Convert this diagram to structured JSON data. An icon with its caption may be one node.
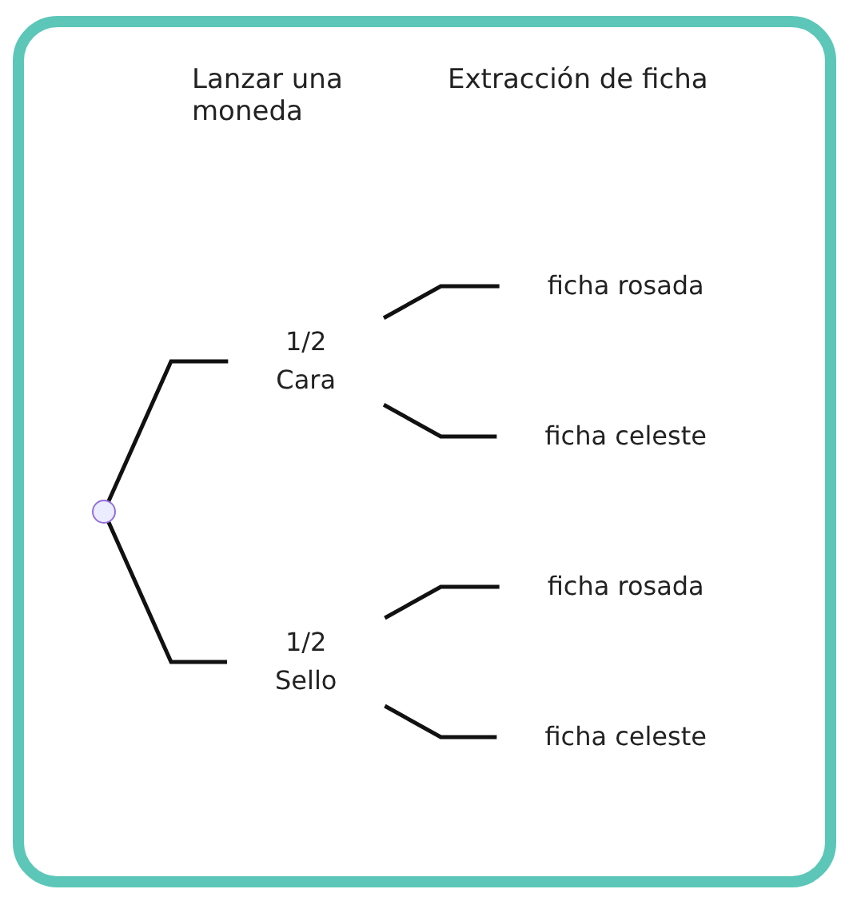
{
  "diagram": {
    "nodes": [
      {
        "text": [],
        "shape": "point"
      },
      {
        "text": [
          "Cara"
        ],
        "beside": [
          "1/2"
        ]
      },
      {
        "text": [
          "Sello"
        ],
        "beside": [
          "1/2"
        ]
      },
      {
        "text": [
          "ficha rosada"
        ]
      },
      {
        "text": [
          "ficha celeste"
        ]
      },
      {
        "text": [
          "ficha rosada"
        ]
      },
      {
        "text": [
          "ficha celeste"
        ]
      }
    ],
    "edges": [
      {
        "from": 0,
        "to": 1,
        "arrow": "none"
      },
      {
        "from": 0,
        "to": 2,
        "arrow": "none"
      },
      {
        "from": 1,
        "to": 3,
        "arrow": "none"
      },
      {
        "from": 1,
        "to": 4,
        "arrow": "none"
      },
      {
        "from": 2,
        "to": 5,
        "arrow": "none"
      },
      {
        "from": 2,
        "to": 6,
        "arrow": "none"
      }
    ],
    "labels": [
      "Lanzar una moneda",
      "Extracción de ficha"
    ]
  }
}
